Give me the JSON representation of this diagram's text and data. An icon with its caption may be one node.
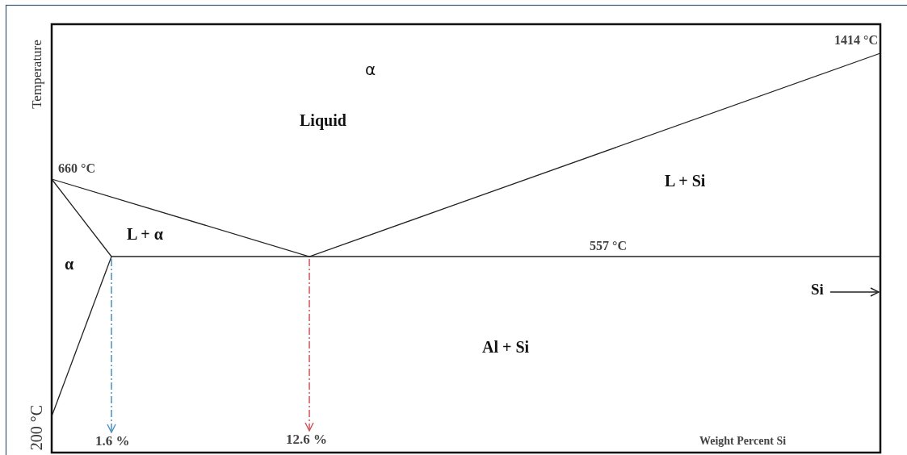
{
  "diagram": {
    "nodes": [
      {
        "text": [
          "1.6 %"
        ]
      },
      {
        "text": [
          "12.6 %"
        ]
      },
      {
        "text": [
          "Si"
        ]
      }
    ],
    "edges": [
      {
        "from": null,
        "to": 0,
        "arrow": "to",
        "style": "dashed",
        "color": "#4a8fc0"
      },
      {
        "from": null,
        "to": 1,
        "arrow": "to",
        "style": "dashed",
        "color": "#d0505a"
      },
      {
        "from": 2,
        "to": null,
        "arrow": "to",
        "color": "#222222"
      }
    ],
    "labels": [
      "1414 °C",
      "α",
      "Temperature",
      "Liquid",
      "660 °C",
      "L + Si",
      "L + α",
      "557 °C",
      "α",
      "Al + Si",
      "200 °C",
      "Weight Percent Si"
    ]
  }
}
